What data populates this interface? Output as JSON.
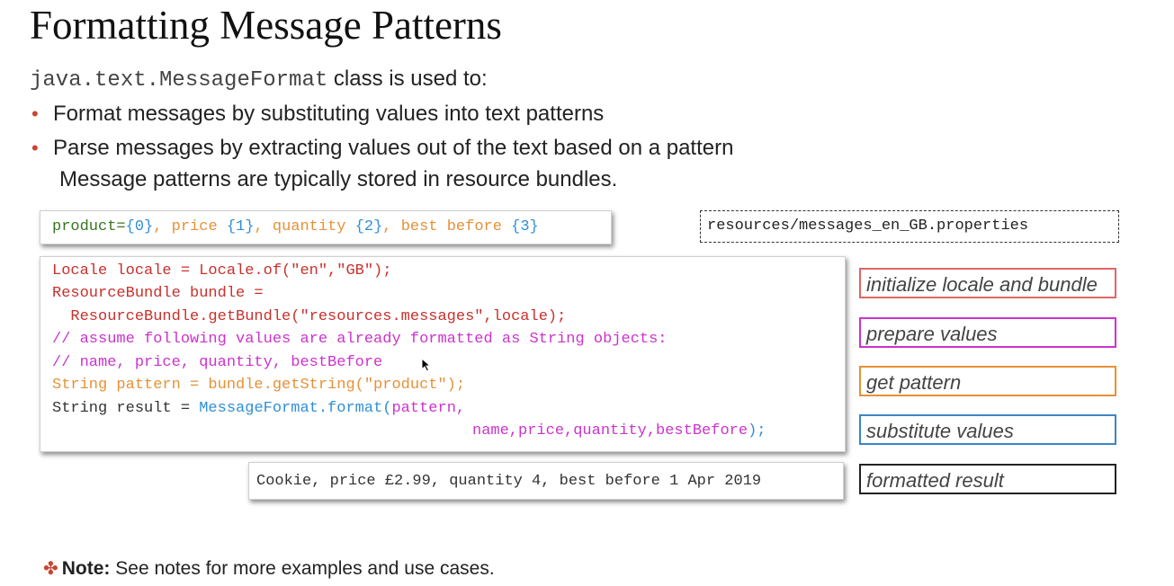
{
  "title": "Formatting Message Patterns",
  "intro": {
    "code": "java.text.MessageFormat",
    "text": " class is used to:"
  },
  "bullets": [
    "Format messages by substituting values into text patterns",
    "Parse messages by extracting values out of the text based on a pattern"
  ],
  "subnote": "Message patterns are typically stored in resource bundles.",
  "pattern_line": {
    "p1": "product=",
    "p2": "{0}",
    "p3": ", price ",
    "p4": "{1}",
    "p5": ", quantity ",
    "p6": "{2}",
    "p7": ", best before ",
    "p8": "{3}"
  },
  "properties_file": "resources/messages_en_GB.properties",
  "code": {
    "l1": "Locale locale = Locale.of(\"en\",\"GB\");",
    "l2": "ResourceBundle bundle =",
    "l3": "  ResourceBundle.getBundle(\"resources.messages\",locale);",
    "l4": "// assume following values are already formatted as String objects:",
    "l5": "// name, price, quantity, bestBefore",
    "l6": "String pattern = bundle.getString(\"product\");",
    "l7a": "String result = ",
    "l7b": "MessageFormat.format(",
    "l7c": "pattern,",
    "l8a": "name,price,quantity,bestBefore",
    "l8b": ");"
  },
  "result": "Cookie, price £2.99, quantity 4, best before 1 Apr 2019",
  "labels": [
    {
      "text": "initialize locale and bundle",
      "color": "#e06666"
    },
    {
      "text": "prepare values",
      "color": "#cc33cc"
    },
    {
      "text": "get pattern",
      "color": "#e69138"
    },
    {
      "text": "substitute values",
      "color": "#3d85c6"
    },
    {
      "text": "formatted result",
      "color": "#222222"
    }
  ],
  "footer": {
    "icon": "star-icon",
    "bold": "Note:",
    "text": " See notes for more examples and use cases."
  },
  "colors": {
    "red": "#c9302c",
    "magenta": "#cc33cc",
    "orange": "#e69138",
    "blue": "#2f8fd8",
    "green": "#38761d",
    "dark": "#333333"
  }
}
